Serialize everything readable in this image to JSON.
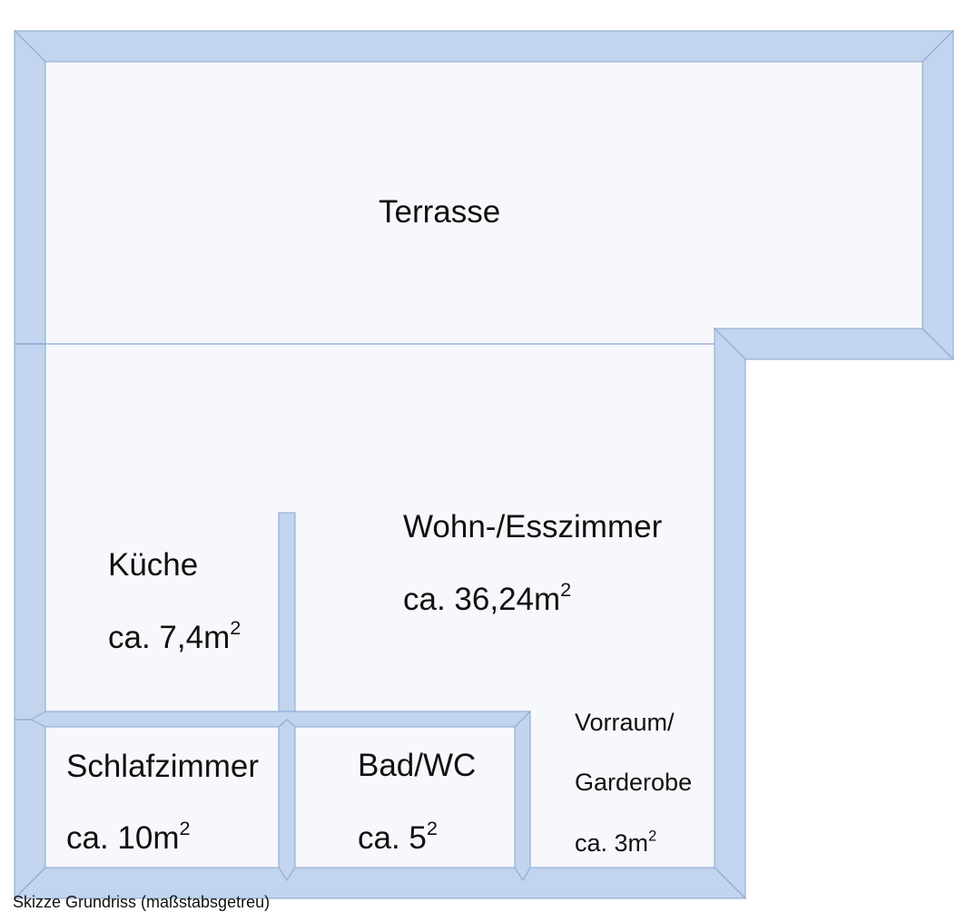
{
  "colors": {
    "wall_fill": "#c2d4ee",
    "wall_edge": "#8aa6cf",
    "floor": "#f6f8fc",
    "text": "#111111"
  },
  "rooms": {
    "terrasse": {
      "name": "Terrasse"
    },
    "wohn": {
      "name": "Wohn-/Esszimmer",
      "area": "ca. 36,24m",
      "unit_sup": "2"
    },
    "kueche": {
      "name": "Küche",
      "area": "ca. 7,4m",
      "unit_sup": "2"
    },
    "schlaf": {
      "name": "Schlafzimmer",
      "area": "ca. 10m",
      "unit_sup": "2"
    },
    "bad": {
      "name": "Bad/WC",
      "area": "ca. 5",
      "unit_sup": "2"
    },
    "vorraum": {
      "name_line1": "Vorraum/",
      "name_line2": "Garderobe",
      "area": "ca. 3m",
      "unit_sup": "2"
    }
  },
  "caption": "Skizze Grundriss (maßstabsgetreu)"
}
